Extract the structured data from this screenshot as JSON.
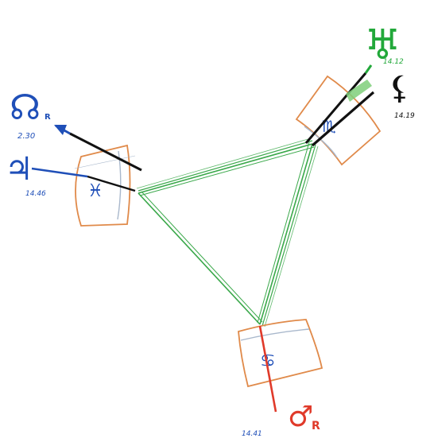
{
  "colors": {
    "background": "#ffffff",
    "aspect_line": "#3aa84a",
    "aspect_fill": "#7fcf7a",
    "box_outline": "#e08a4a",
    "ring_line": "#a9b8cc",
    "blue_planet": "#1f4fb8",
    "green_planet": "#22a83a",
    "red_planet": "#e03a2a",
    "dark": "#111111"
  },
  "planets": {
    "north_node": {
      "glyph": "☊",
      "retro": "R",
      "degree": "2.30",
      "color_key": "blue_planet"
    },
    "jupiter": {
      "glyph": "♃",
      "degree": "14.46",
      "color_key": "blue_planet"
    },
    "uranus": {
      "glyph": "♅",
      "degree": "14.12",
      "color_key": "green_planet"
    },
    "lilith": {
      "glyph": "⚸",
      "degree": "14.19",
      "color_key": "dark"
    },
    "mars": {
      "glyph": "♂",
      "retro": "R",
      "degree": "14.41",
      "color_key": "red_planet"
    }
  },
  "signs": {
    "pisces": {
      "glyph": "♓",
      "icon": "pisces-icon"
    },
    "scorpio": {
      "glyph": "♏",
      "icon": "scorpio-icon"
    },
    "cancer": {
      "glyph": "♋",
      "icon": "cancer-icon"
    }
  }
}
